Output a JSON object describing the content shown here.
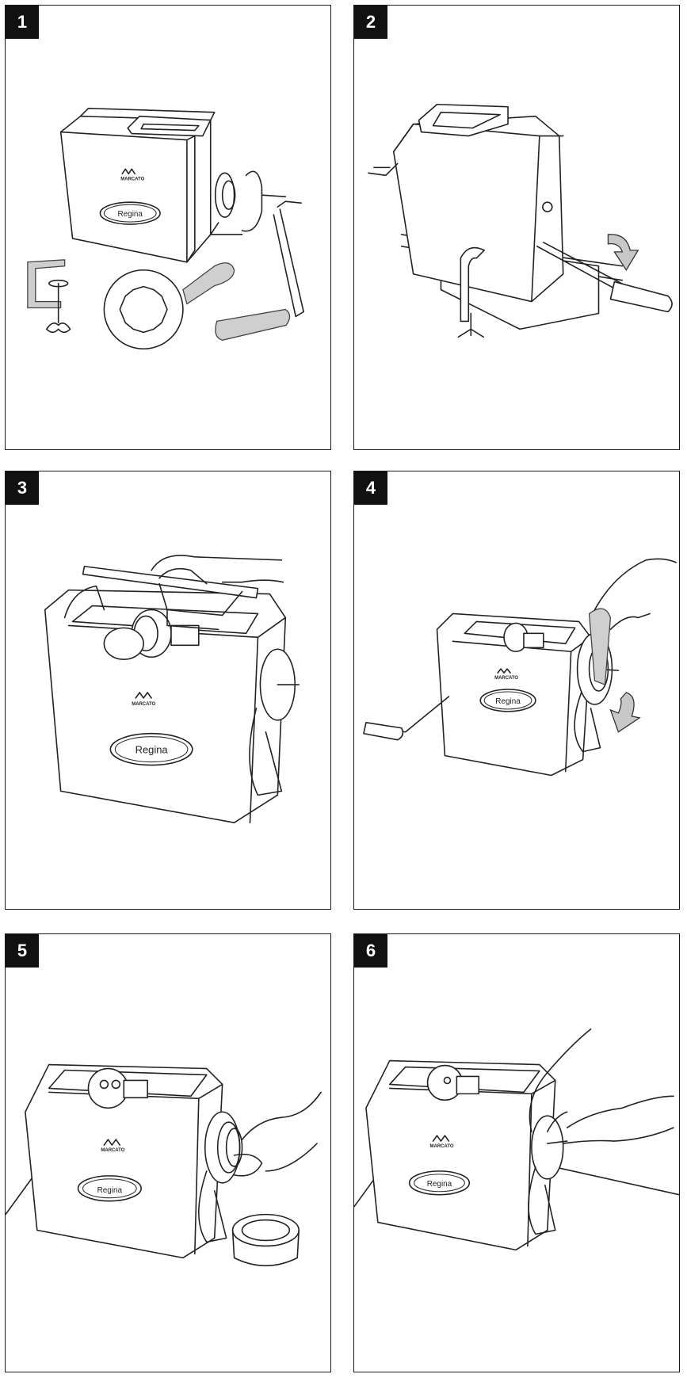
{
  "steps": [
    {
      "number": "1"
    },
    {
      "number": "2"
    },
    {
      "number": "3"
    },
    {
      "number": "4"
    },
    {
      "number": "5"
    },
    {
      "number": "6"
    }
  ],
  "product": {
    "model_label": "Regina",
    "brand_label": "MARCATO"
  },
  "colors": {
    "line": "#222222",
    "badge_bg": "#111111",
    "badge_text": "#ffffff",
    "arrow_fill": "#c8c8c8"
  }
}
